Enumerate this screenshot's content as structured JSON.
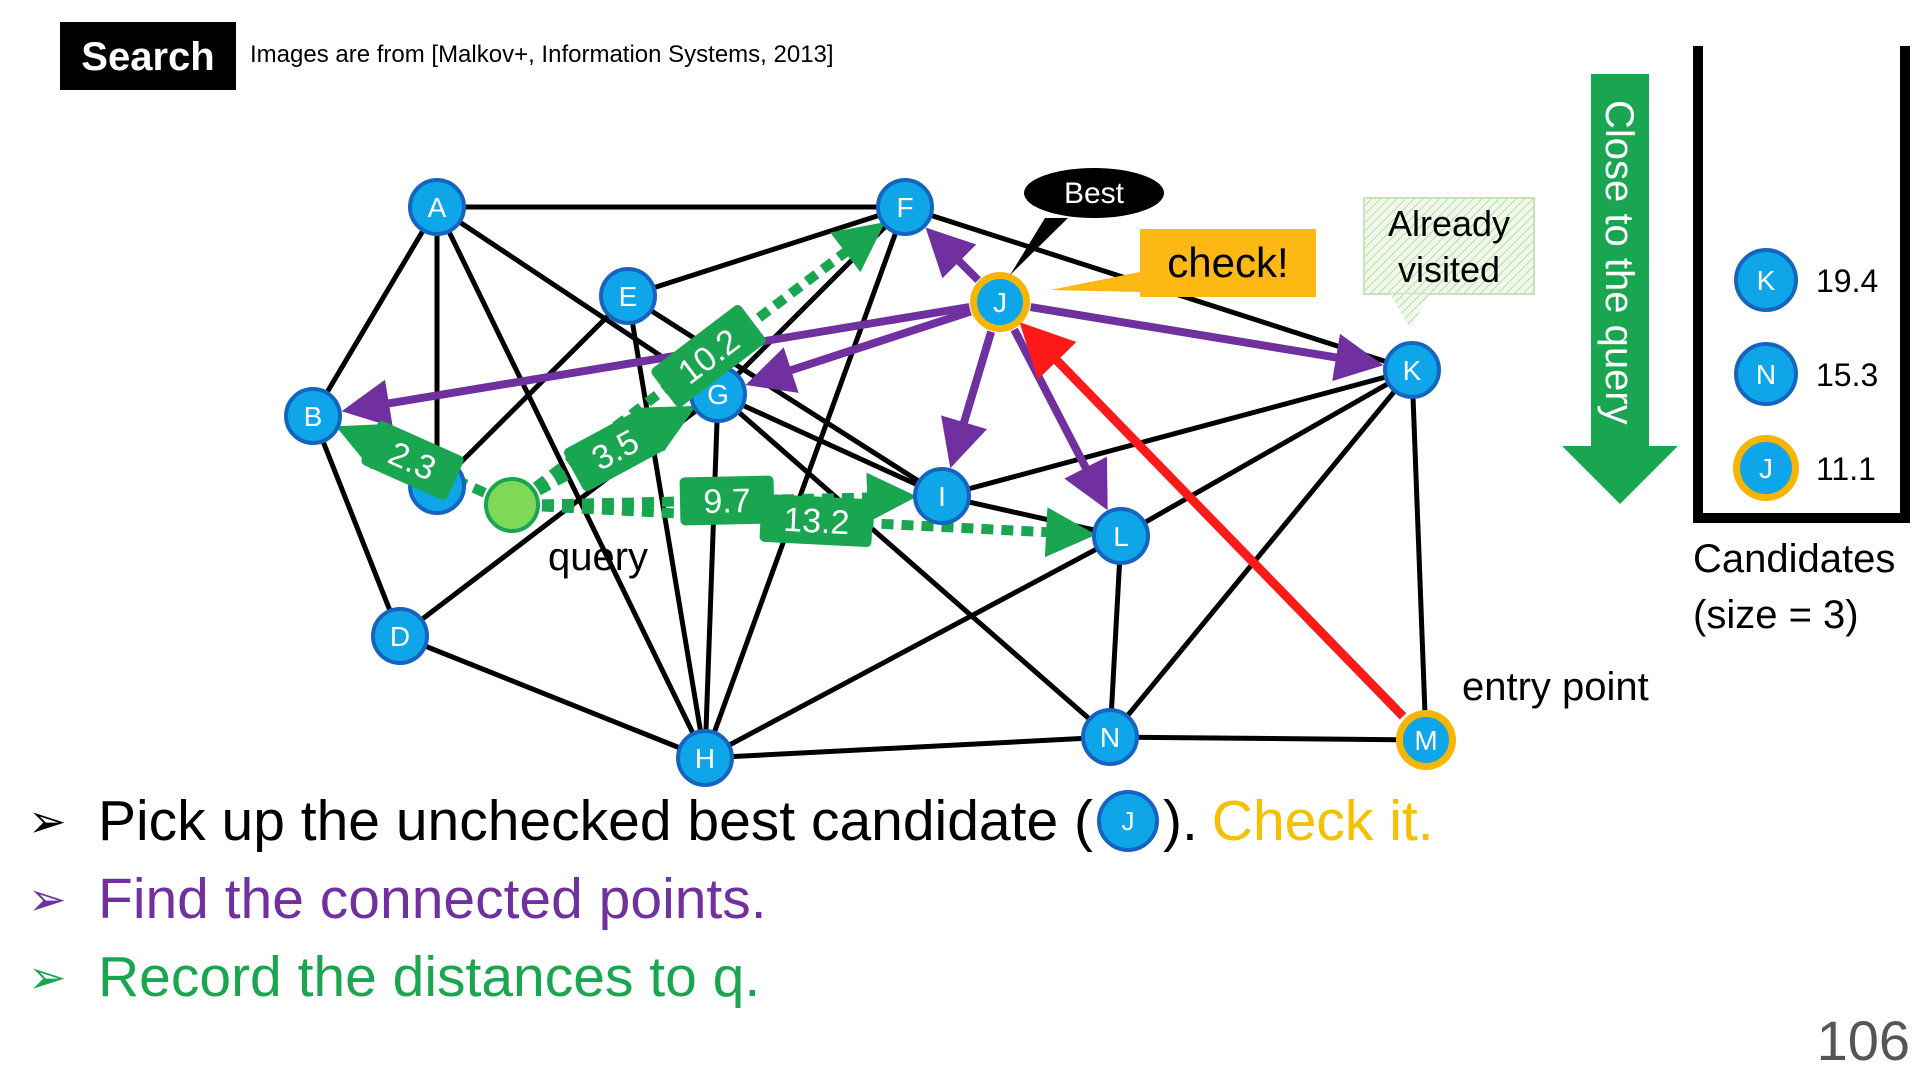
{
  "header": {
    "title": "Search",
    "citation": "Images are from [Malkov+, Information Systems, 2013]"
  },
  "graph": {
    "nodes": [
      {
        "id": "A",
        "label": "A",
        "highlight": false
      },
      {
        "id": "B",
        "label": "B",
        "highlight": false
      },
      {
        "id": "C",
        "label": "C",
        "highlight": false
      },
      {
        "id": "D",
        "label": "D",
        "highlight": false
      },
      {
        "id": "E",
        "label": "E",
        "highlight": false
      },
      {
        "id": "F",
        "label": "F",
        "highlight": false
      },
      {
        "id": "G",
        "label": "G",
        "highlight": false
      },
      {
        "id": "H",
        "label": "H",
        "highlight": false
      },
      {
        "id": "I",
        "label": "I",
        "highlight": false
      },
      {
        "id": "J",
        "label": "J",
        "highlight": true
      },
      {
        "id": "K",
        "label": "K",
        "highlight": false
      },
      {
        "id": "L",
        "label": "L",
        "highlight": false
      },
      {
        "id": "M",
        "label": "M",
        "highlight": true
      },
      {
        "id": "N",
        "label": "N",
        "highlight": false
      }
    ],
    "edges": [
      [
        "A",
        "F"
      ],
      [
        "A",
        "B"
      ],
      [
        "A",
        "C"
      ],
      [
        "A",
        "G"
      ],
      [
        "A",
        "H"
      ],
      [
        "E",
        "F"
      ],
      [
        "E",
        "H"
      ],
      [
        "E",
        "I"
      ],
      [
        "E",
        "C"
      ],
      [
        "F",
        "K"
      ],
      [
        "F",
        "H"
      ],
      [
        "F",
        "G"
      ],
      [
        "B",
        "D"
      ],
      [
        "D",
        "G"
      ],
      [
        "D",
        "H"
      ],
      [
        "G",
        "H"
      ],
      [
        "G",
        "I"
      ],
      [
        "H",
        "L"
      ],
      [
        "H",
        "N"
      ],
      [
        "I",
        "K"
      ],
      [
        "I",
        "L"
      ],
      [
        "L",
        "K"
      ],
      [
        "L",
        "N"
      ],
      [
        "N",
        "K"
      ],
      [
        "N",
        "M"
      ],
      [
        "K",
        "M"
      ],
      [
        "G",
        "N"
      ]
    ],
    "explored_edges": [
      [
        "J",
        "B"
      ],
      [
        "J",
        "G"
      ],
      [
        "J",
        "F"
      ],
      [
        "J",
        "K"
      ],
      [
        "J",
        "I"
      ],
      [
        "J",
        "L"
      ]
    ],
    "entry_path": [
      "M",
      "J"
    ],
    "distances": [
      {
        "to": "B",
        "value": "2.3"
      },
      {
        "to": "G",
        "value": "3.5"
      },
      {
        "to": "F",
        "value": "10.2"
      },
      {
        "to": "I",
        "value": "9.7"
      },
      {
        "to": "L",
        "value": "13.2"
      }
    ],
    "query_label": "query",
    "callouts": {
      "best": "Best",
      "check": "check!",
      "visited": "Already visited",
      "entry": "entry point"
    }
  },
  "queue": {
    "direction_label": "Close to the query",
    "items": [
      {
        "label": "K",
        "value": "19.4",
        "highlight": false
      },
      {
        "label": "N",
        "value": "15.3",
        "highlight": false
      },
      {
        "label": "J",
        "value": "11.1",
        "highlight": true
      }
    ],
    "caption_line1": "Candidates",
    "caption_line2": "(size = 3)"
  },
  "bullets": [
    {
      "arrow": "➢",
      "pre": "Pick up the unchecked best candidate (",
      "node": "J",
      "post": "). ",
      "highlight": "Check it.",
      "color": "#1a1a1a",
      "highlight_color": "#f5c000"
    },
    {
      "arrow": "➢",
      "text": "Find the connected points.",
      "color": "#7030a0"
    },
    {
      "arrow": "➢",
      "text": "Record the distances to q.",
      "color": "#1aa650"
    }
  ],
  "page_number": "106",
  "colors": {
    "node_fill": "#0ea5e9",
    "node_stroke": "#1565c0",
    "highlight_ring": "#f7b500",
    "edge": "#000000",
    "explore": "#7030a0",
    "entry": "#ff1a1a",
    "distance": "#1aa650",
    "query_fill": "#7ed957",
    "check_bg": "#fdb813"
  }
}
